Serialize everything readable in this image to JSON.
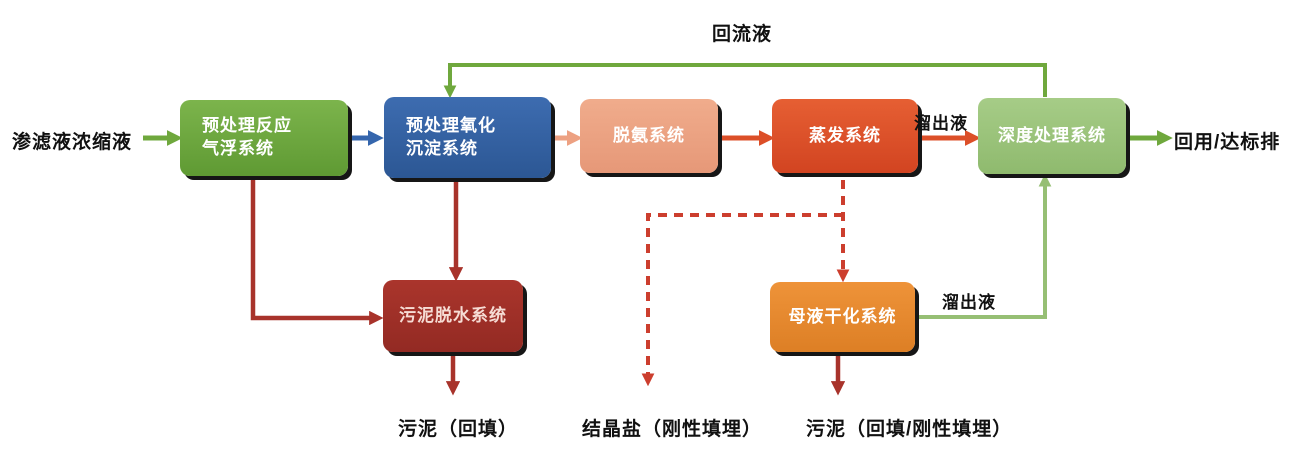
{
  "diagram": {
    "title_note": "",
    "input_label": "渗滤液浓缩液",
    "output_label": "回用/达标排",
    "reflux_label": "回流液",
    "distillate_label_top": "溜出液",
    "distillate_label_bottom": "溜出液",
    "bottom_labels": {
      "sludge": "污泥（回填）",
      "salt": "结晶盐（刚性填埋）",
      "sludge2": "污泥（回填/刚性填埋）"
    },
    "nodes": {
      "flotation": {
        "line1": "预处理反应",
        "line2": "气浮系统",
        "color": "#6aa43f"
      },
      "oxidation": {
        "line1": "预处理氧化",
        "line2": "沉淀系统",
        "color": "#3463a6"
      },
      "deammonia": {
        "label": "脱氨系统",
        "color": "#eda182"
      },
      "evaporation": {
        "label": "蒸发系统",
        "color": "#dc5128"
      },
      "advanced": {
        "label": "深度处理系统",
        "color": "#9ac27b"
      },
      "dewatering": {
        "label": "污泥脱水系统",
        "color": "#a23129"
      },
      "drying": {
        "label": "母液干化系统",
        "color": "#e78a2e"
      }
    },
    "arrow_colors": {
      "green": "#6fa83d",
      "light_green": "#96bf74",
      "blue": "#3566ad",
      "salmon": "#eda182",
      "red_orange": "#dc4f28",
      "dark_red": "#a8332b",
      "dashed_red": "#cc3e2e"
    }
  }
}
